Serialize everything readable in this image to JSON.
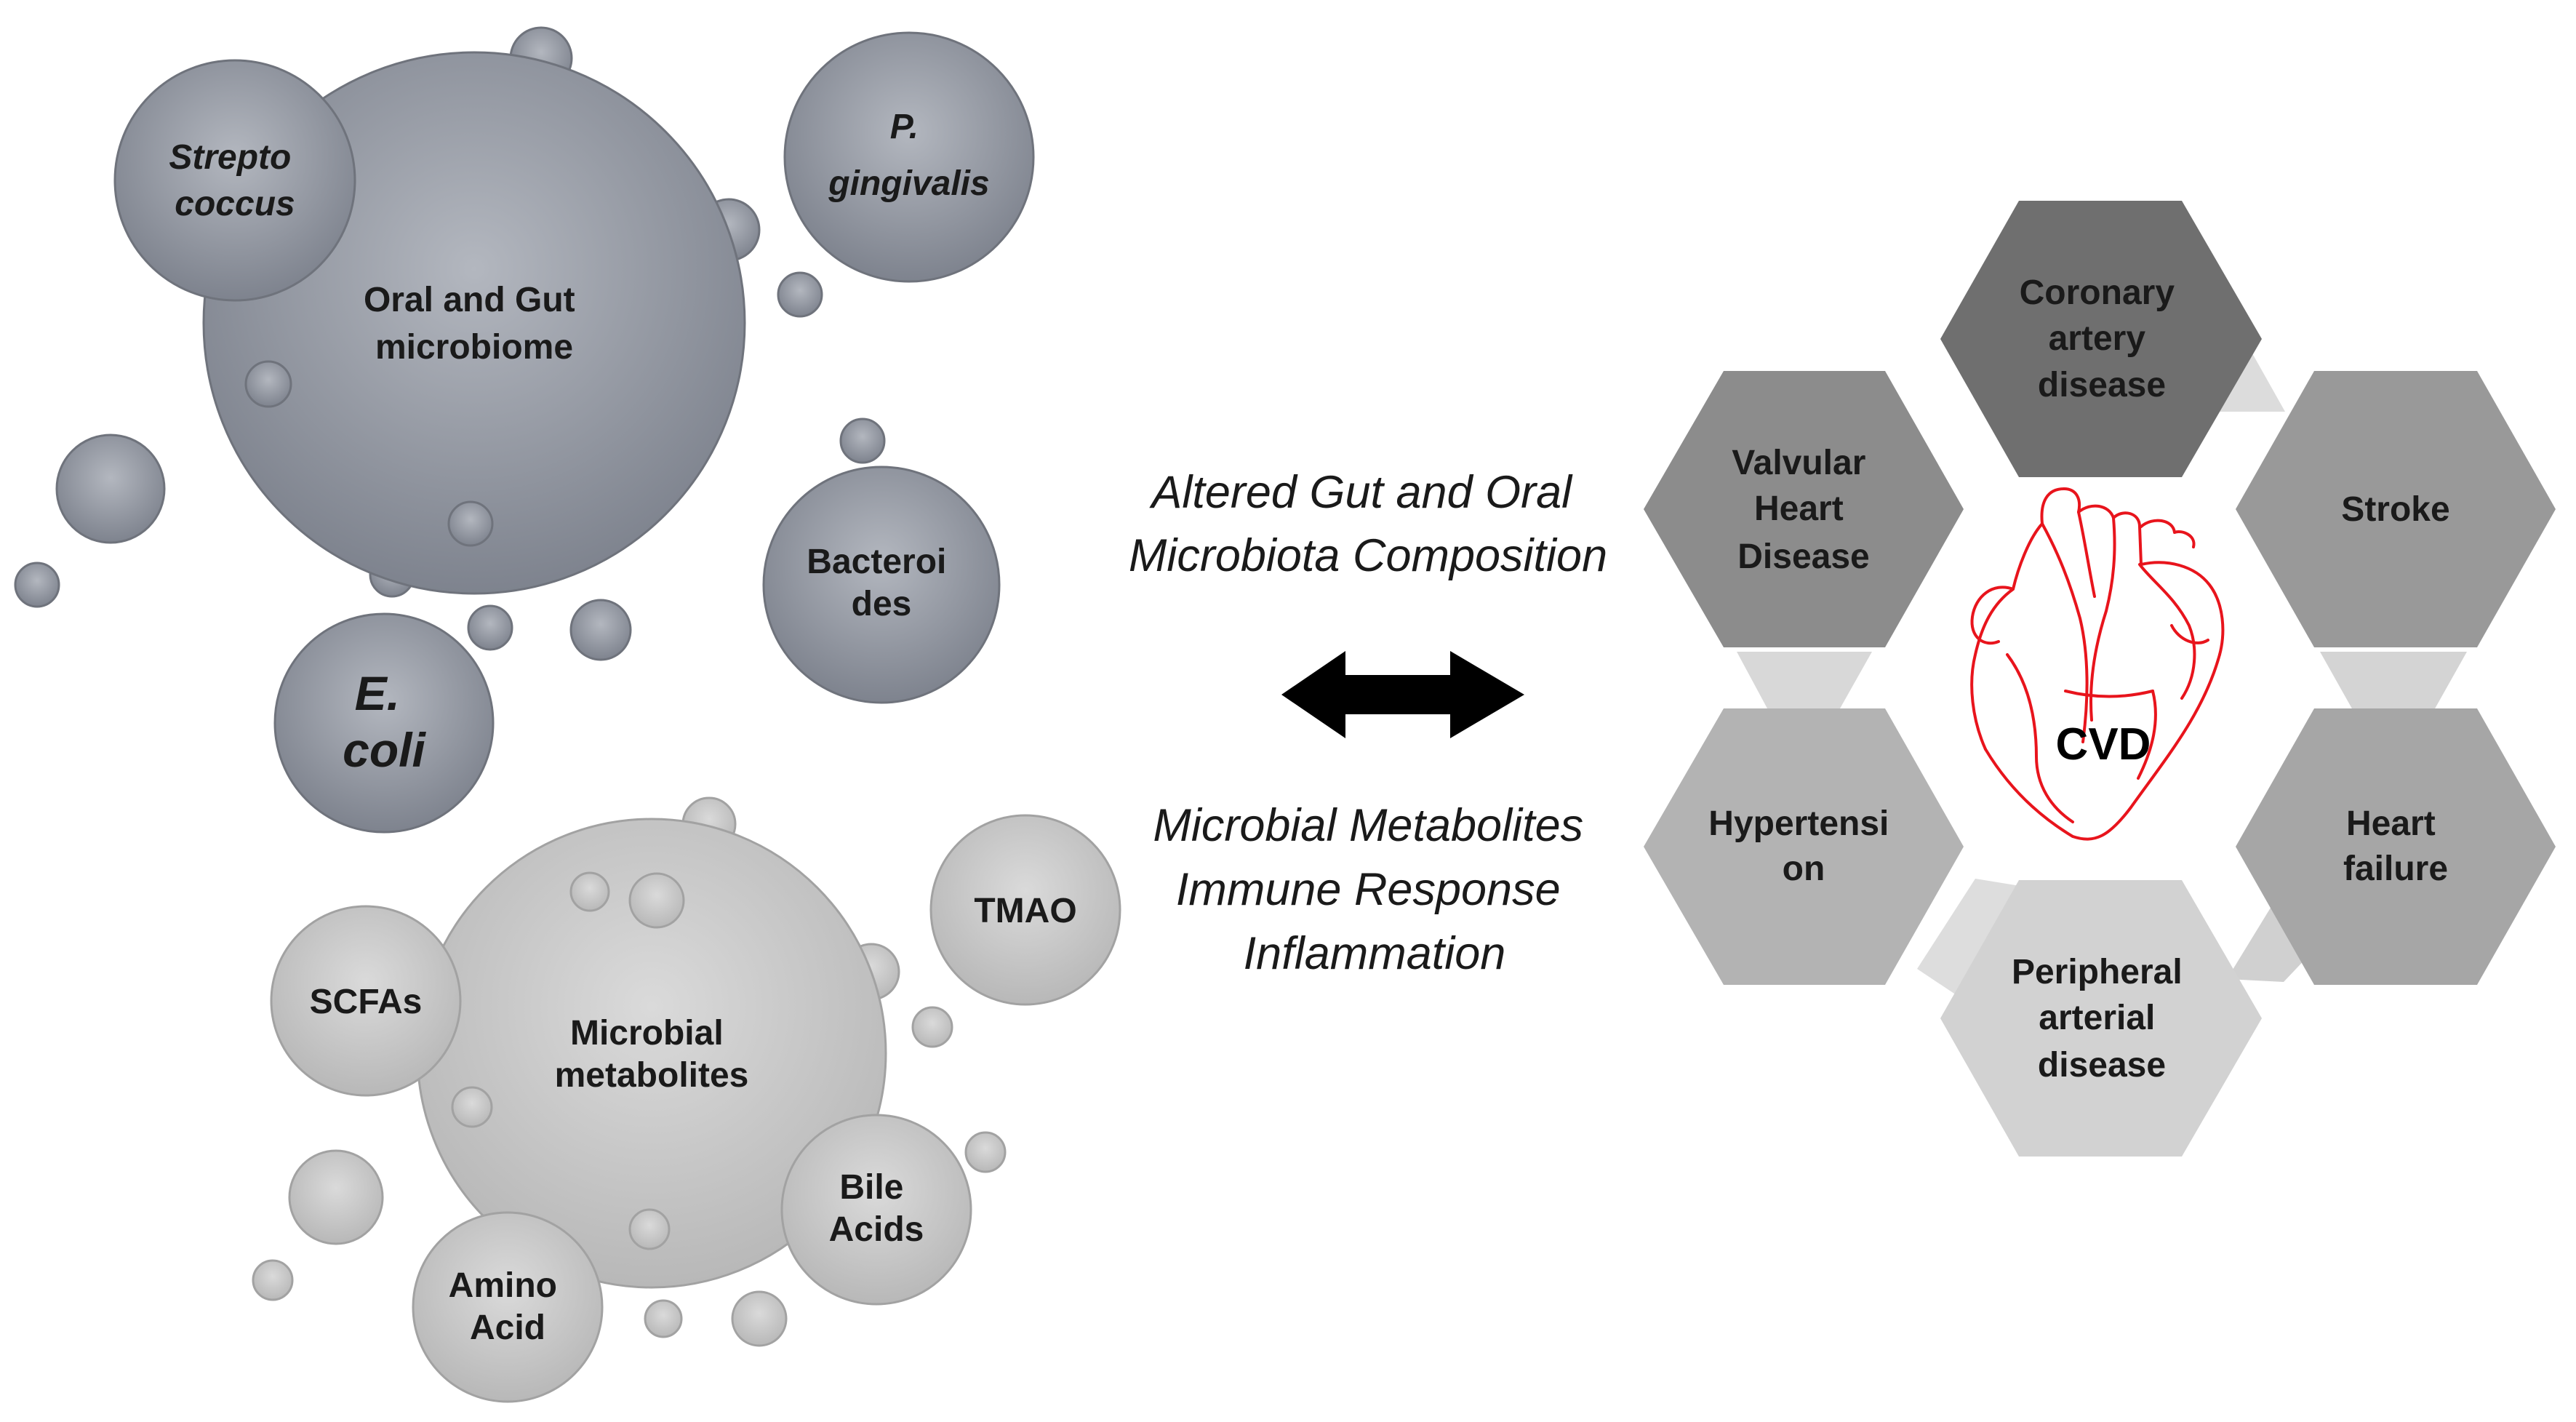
{
  "microbiome_cluster": {
    "main_label": [
      "Oral and Gut",
      "microbiome"
    ],
    "satellites": [
      {
        "id": "streptococcus",
        "lines": [
          "Strepto",
          "coccus"
        ],
        "style": "italic"
      },
      {
        "id": "p-gingivalis",
        "lines": [
          "P.",
          "gingivalis"
        ],
        "style": "italic"
      },
      {
        "id": "bacteroides",
        "lines": [
          "Bacteroi",
          "des"
        ],
        "style": "normal"
      },
      {
        "id": "e-coli",
        "lines": [
          "E.",
          "coli"
        ],
        "style": "big-italic"
      }
    ]
  },
  "metabolite_cluster": {
    "main_label": [
      "Microbial",
      "metabolites"
    ],
    "satellites": [
      {
        "id": "scfas",
        "lines": [
          "SCFAs"
        ]
      },
      {
        "id": "tmao",
        "lines": [
          "TMAO"
        ]
      },
      {
        "id": "bile-acids",
        "lines": [
          "Bile",
          "Acids"
        ]
      },
      {
        "id": "amino-acid",
        "lines": [
          "Amino",
          "Acid"
        ]
      }
    ]
  },
  "middle": {
    "top_text": [
      "Altered Gut and Oral",
      "Microbiota Composition"
    ],
    "bottom_text": [
      "Microbial Metabolites",
      "Immune Response",
      "Inflammation"
    ]
  },
  "cvd": {
    "center_label": "CVD",
    "hexagons": [
      {
        "id": "coronary-artery-disease",
        "lines": [
          "Coronary",
          "artery",
          "disease"
        ],
        "color": "#6f6f6f"
      },
      {
        "id": "stroke",
        "lines": [
          "Stroke"
        ],
        "color": "#999999"
      },
      {
        "id": "heart-failure",
        "lines": [
          "Heart",
          "failure"
        ],
        "color": "#a6a6a6"
      },
      {
        "id": "peripheral-arterial-disease",
        "lines": [
          "Peripheral",
          "arterial",
          "disease"
        ],
        "color": "#d2d2d2"
      },
      {
        "id": "hypertension",
        "lines": [
          "Hypertensi",
          "on"
        ],
        "color": "#b3b3b3"
      },
      {
        "id": "valvular-heart-disease",
        "lines": [
          "Valvular",
          "Heart",
          "Disease"
        ],
        "color": "#8c8c8c"
      }
    ],
    "heart_color": "#e8141c"
  },
  "colors": {
    "microbiome_fill": "#8e939c",
    "microbiome_gradient_light": "#b3b7bf",
    "microbiome_gradient_dark": "#7e838e",
    "metabolite_fill": "#c7c7c7",
    "metabolite_gradient_light": "#dadada",
    "metabolite_gradient_dark": "#b8b8b8",
    "arrow": "#000000"
  }
}
